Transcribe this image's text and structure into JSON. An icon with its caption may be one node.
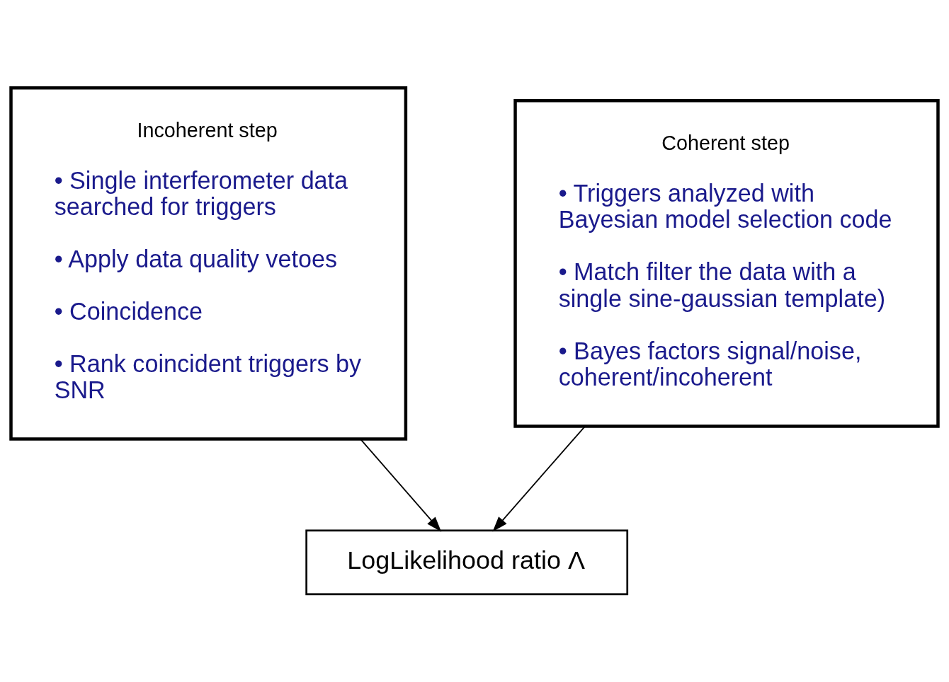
{
  "diagram": {
    "nodes": [
      {
        "text": [
          "Incoherent step",
          "• Single interferometer data searched for triggers",
          "• Apply data quality vetoes",
          "• Coincidence",
          "• Rank coincident triggers by SNR"
        ]
      },
      {
        "text": [
          "Coherent step",
          "• Triggers analyzed with Bayesian model selection code",
          "• Match filter the data with a single sine-gaussian template)",
          "• Bayes factors signal/noise, coherent/incoherent"
        ]
      },
      {
        "text": [
          "LogLikelihood ratio Λ"
        ]
      }
    ],
    "edges": [
      {
        "from": 0,
        "to": 2,
        "arrow": "to"
      },
      {
        "from": 1,
        "to": 2,
        "arrow": "to"
      }
    ]
  }
}
